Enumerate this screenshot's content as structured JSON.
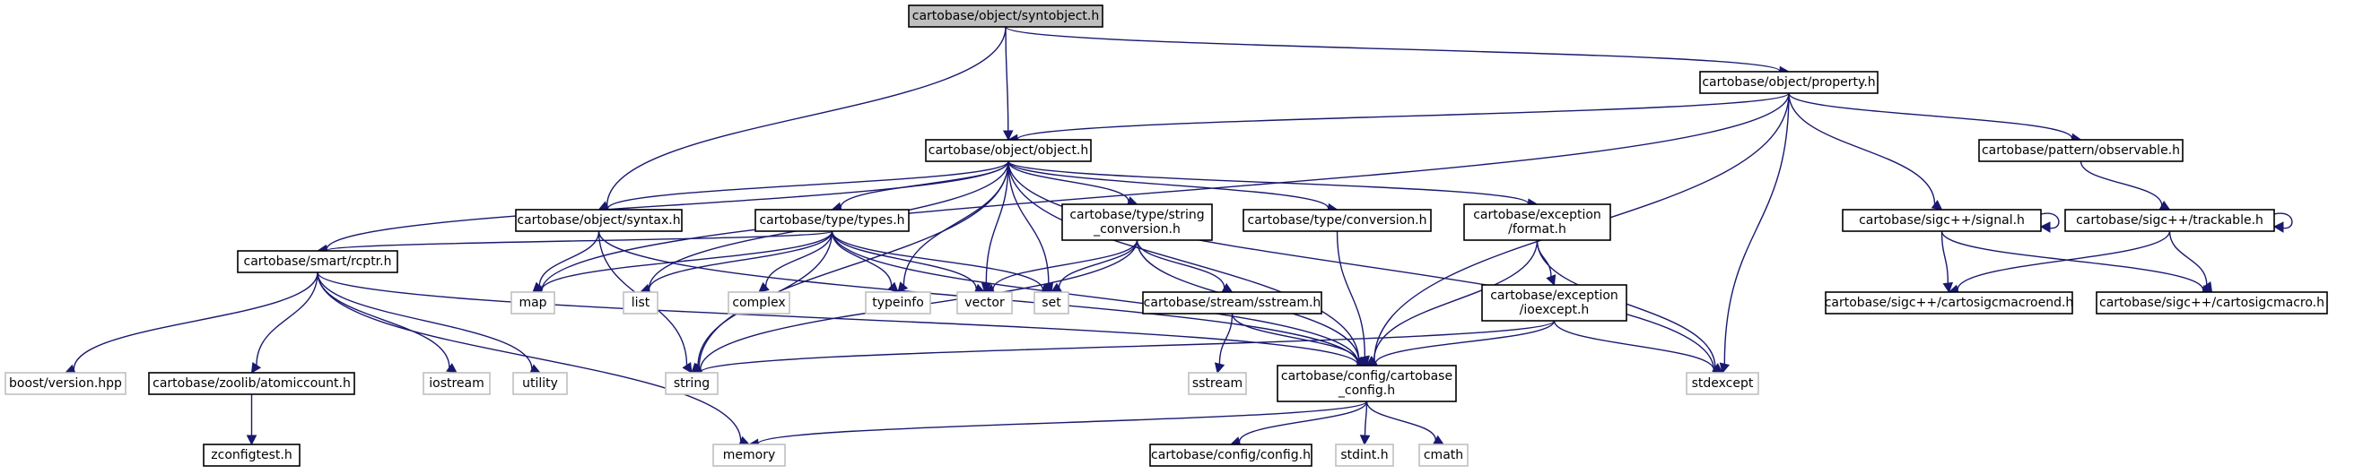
{
  "nodes": [
    {
      "id": "syntobject",
      "lines": [
        "cartobase/object/syntobject.h"
      ],
      "kind": "root"
    },
    {
      "id": "property",
      "lines": [
        "cartobase/object/property.h"
      ],
      "kind": "local"
    },
    {
      "id": "object",
      "lines": [
        "cartobase/object/object.h"
      ],
      "kind": "local"
    },
    {
      "id": "observable",
      "lines": [
        "cartobase/pattern/observable.h"
      ],
      "kind": "local"
    },
    {
      "id": "syntax",
      "lines": [
        "cartobase/object/syntax.h"
      ],
      "kind": "local"
    },
    {
      "id": "types",
      "lines": [
        "cartobase/type/types.h"
      ],
      "kind": "local"
    },
    {
      "id": "string_conversion",
      "lines": [
        "cartobase/type/string",
        "_conversion.h"
      ],
      "kind": "local"
    },
    {
      "id": "conversion",
      "lines": [
        "cartobase/type/conversion.h"
      ],
      "kind": "local"
    },
    {
      "id": "format",
      "lines": [
        "cartobase/exception",
        "/format.h"
      ],
      "kind": "local"
    },
    {
      "id": "signal",
      "lines": [
        "cartobase/sigc++/signal.h"
      ],
      "kind": "local"
    },
    {
      "id": "trackable",
      "lines": [
        "cartobase/sigc++/trackable.h"
      ],
      "kind": "local"
    },
    {
      "id": "rcptr",
      "lines": [
        "cartobase/smart/rcptr.h"
      ],
      "kind": "local"
    },
    {
      "id": "map",
      "lines": [
        "map"
      ],
      "kind": "system"
    },
    {
      "id": "list",
      "lines": [
        "list"
      ],
      "kind": "system"
    },
    {
      "id": "complex",
      "lines": [
        "complex"
      ],
      "kind": "system"
    },
    {
      "id": "typeinfo",
      "lines": [
        "typeinfo"
      ],
      "kind": "system"
    },
    {
      "id": "vector",
      "lines": [
        "vector"
      ],
      "kind": "system"
    },
    {
      "id": "set",
      "lines": [
        "set"
      ],
      "kind": "system"
    },
    {
      "id": "sstream_h",
      "lines": [
        "cartobase/stream/sstream.h"
      ],
      "kind": "local"
    },
    {
      "id": "ioexcept",
      "lines": [
        "cartobase/exception",
        "/ioexcept.h"
      ],
      "kind": "local"
    },
    {
      "id": "sigcmacroend",
      "lines": [
        "cartobase/sigc++/cartosigcmacroend.h"
      ],
      "kind": "local"
    },
    {
      "id": "sigcmacro",
      "lines": [
        "cartobase/sigc++/cartosigcmacro.h"
      ],
      "kind": "local"
    },
    {
      "id": "boostversion",
      "lines": [
        "boost/version.hpp"
      ],
      "kind": "system"
    },
    {
      "id": "atomiccount",
      "lines": [
        "cartobase/zoolib/atomiccount.h"
      ],
      "kind": "local"
    },
    {
      "id": "iostream",
      "lines": [
        "iostream"
      ],
      "kind": "system"
    },
    {
      "id": "utility",
      "lines": [
        "utility"
      ],
      "kind": "system"
    },
    {
      "id": "string",
      "lines": [
        "string"
      ],
      "kind": "system"
    },
    {
      "id": "sstream",
      "lines": [
        "sstream"
      ],
      "kind": "system"
    },
    {
      "id": "cartobase_config",
      "lines": [
        "cartobase/config/cartobase",
        "_config.h"
      ],
      "kind": "local"
    },
    {
      "id": "stdexcept",
      "lines": [
        "stdexcept"
      ],
      "kind": "system"
    },
    {
      "id": "zconfigtest",
      "lines": [
        "zconfigtest.h"
      ],
      "kind": "local"
    },
    {
      "id": "memory",
      "lines": [
        "memory"
      ],
      "kind": "system"
    },
    {
      "id": "config",
      "lines": [
        "cartobase/config/config.h"
      ],
      "kind": "local"
    },
    {
      "id": "stdint",
      "lines": [
        "stdint.h"
      ],
      "kind": "system"
    },
    {
      "id": "cmath",
      "lines": [
        "cmath"
      ],
      "kind": "system"
    }
  ],
  "edges": [
    [
      "syntobject",
      "property"
    ],
    [
      "syntobject",
      "object"
    ],
    [
      "syntobject",
      "syntax"
    ],
    [
      "property",
      "object"
    ],
    [
      "property",
      "map"
    ],
    [
      "property",
      "observable"
    ],
    [
      "property",
      "signal"
    ],
    [
      "property",
      "cartobase_config"
    ],
    [
      "property",
      "stdexcept"
    ],
    [
      "object",
      "syntax"
    ],
    [
      "object",
      "types"
    ],
    [
      "object",
      "string_conversion"
    ],
    [
      "object",
      "conversion"
    ],
    [
      "object",
      "format"
    ],
    [
      "object",
      "rcptr"
    ],
    [
      "object",
      "list"
    ],
    [
      "object",
      "string"
    ],
    [
      "object",
      "typeinfo"
    ],
    [
      "object",
      "vector"
    ],
    [
      "object",
      "set"
    ],
    [
      "object",
      "cartobase_config"
    ],
    [
      "object",
      "stdexcept"
    ],
    [
      "observable",
      "trackable"
    ],
    [
      "syntax",
      "map"
    ],
    [
      "syntax",
      "string"
    ],
    [
      "syntax",
      "cartobase_config"
    ],
    [
      "types",
      "rcptr"
    ],
    [
      "types",
      "map"
    ],
    [
      "types",
      "list"
    ],
    [
      "types",
      "complex"
    ],
    [
      "types",
      "typeinfo"
    ],
    [
      "types",
      "vector"
    ],
    [
      "types",
      "set"
    ],
    [
      "types",
      "string"
    ],
    [
      "types",
      "cartobase_config"
    ],
    [
      "string_conversion",
      "vector"
    ],
    [
      "string_conversion",
      "set"
    ],
    [
      "string_conversion",
      "sstream_h"
    ],
    [
      "string_conversion",
      "string"
    ],
    [
      "string_conversion",
      "cartobase_config"
    ],
    [
      "conversion",
      "cartobase_config"
    ],
    [
      "format",
      "ioexcept"
    ],
    [
      "format",
      "stdexcept"
    ],
    [
      "format",
      "cartobase_config"
    ],
    [
      "signal",
      "signal"
    ],
    [
      "signal",
      "sigcmacroend"
    ],
    [
      "trackable",
      "trackable"
    ],
    [
      "trackable",
      "sigcmacroend"
    ],
    [
      "trackable",
      "sigcmacro"
    ],
    [
      "signal",
      "sigcmacro"
    ],
    [
      "rcptr",
      "boostversion"
    ],
    [
      "rcptr",
      "atomiccount"
    ],
    [
      "rcptr",
      "iostream"
    ],
    [
      "rcptr",
      "utility"
    ],
    [
      "rcptr",
      "memory"
    ],
    [
      "rcptr",
      "cartobase_config"
    ],
    [
      "sstream_h",
      "sstream"
    ],
    [
      "sstream_h",
      "cartobase_config"
    ],
    [
      "ioexcept",
      "string"
    ],
    [
      "ioexcept",
      "stdexcept"
    ],
    [
      "ioexcept",
      "cartobase_config"
    ],
    [
      "atomiccount",
      "zconfigtest"
    ],
    [
      "cartobase_config",
      "memory"
    ],
    [
      "cartobase_config",
      "config"
    ],
    [
      "cartobase_config",
      "stdint"
    ],
    [
      "cartobase_config",
      "cmath"
    ]
  ]
}
